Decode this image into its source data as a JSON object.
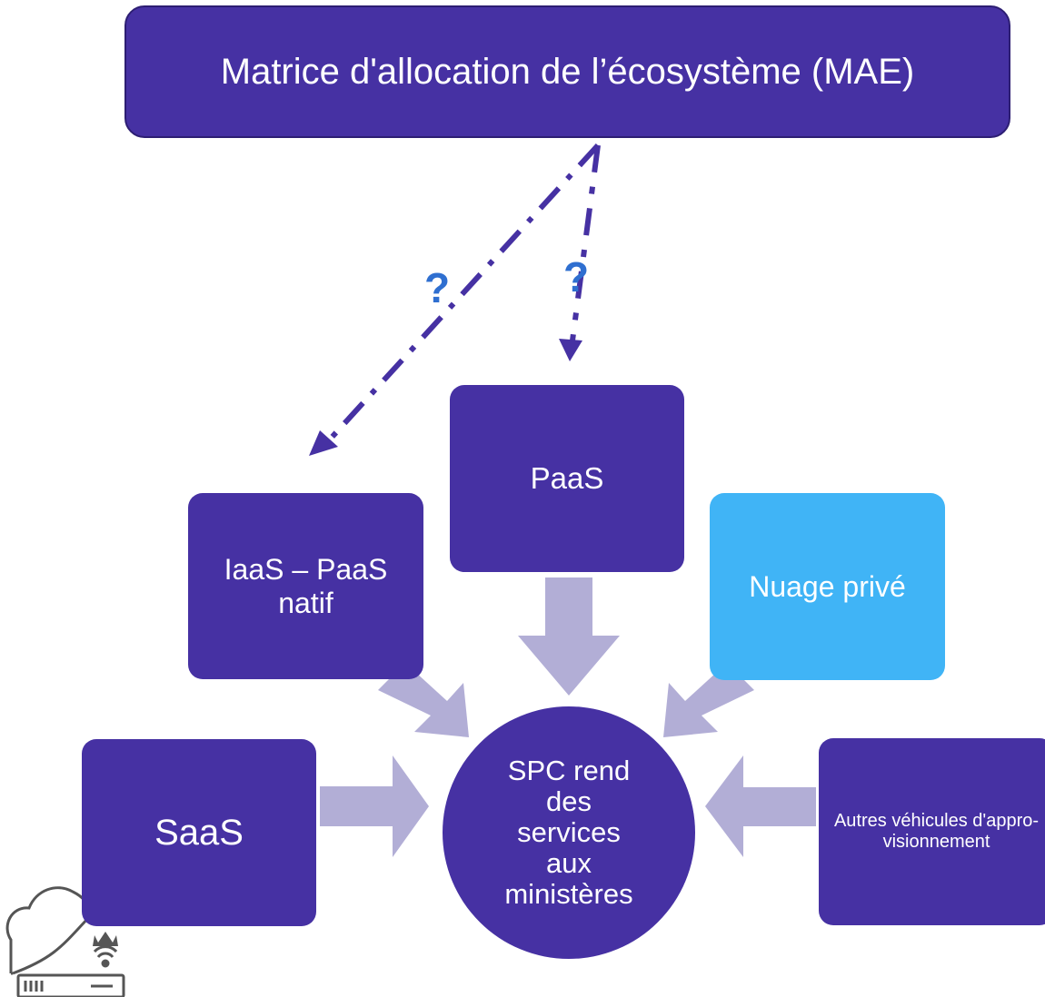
{
  "title": "Matrice d'allocation de l’écosystème (MAE)",
  "nodes": {
    "paas": "PaaS",
    "iaas": "IaaS – PaaS natif",
    "nuage": "Nuage privé",
    "saas": "SaaS",
    "autres": "Autres véhicules d'appro-visionnement",
    "center": "SPC rend des services aux ministères"
  },
  "question_marks": [
    "?",
    "?"
  ],
  "colors": {
    "purple": "#4631a3",
    "light_blue": "#40b4f6",
    "arrow": "#b2aed6",
    "question": "#2f6fd0"
  },
  "icons": [
    "cloud-server-icon"
  ]
}
